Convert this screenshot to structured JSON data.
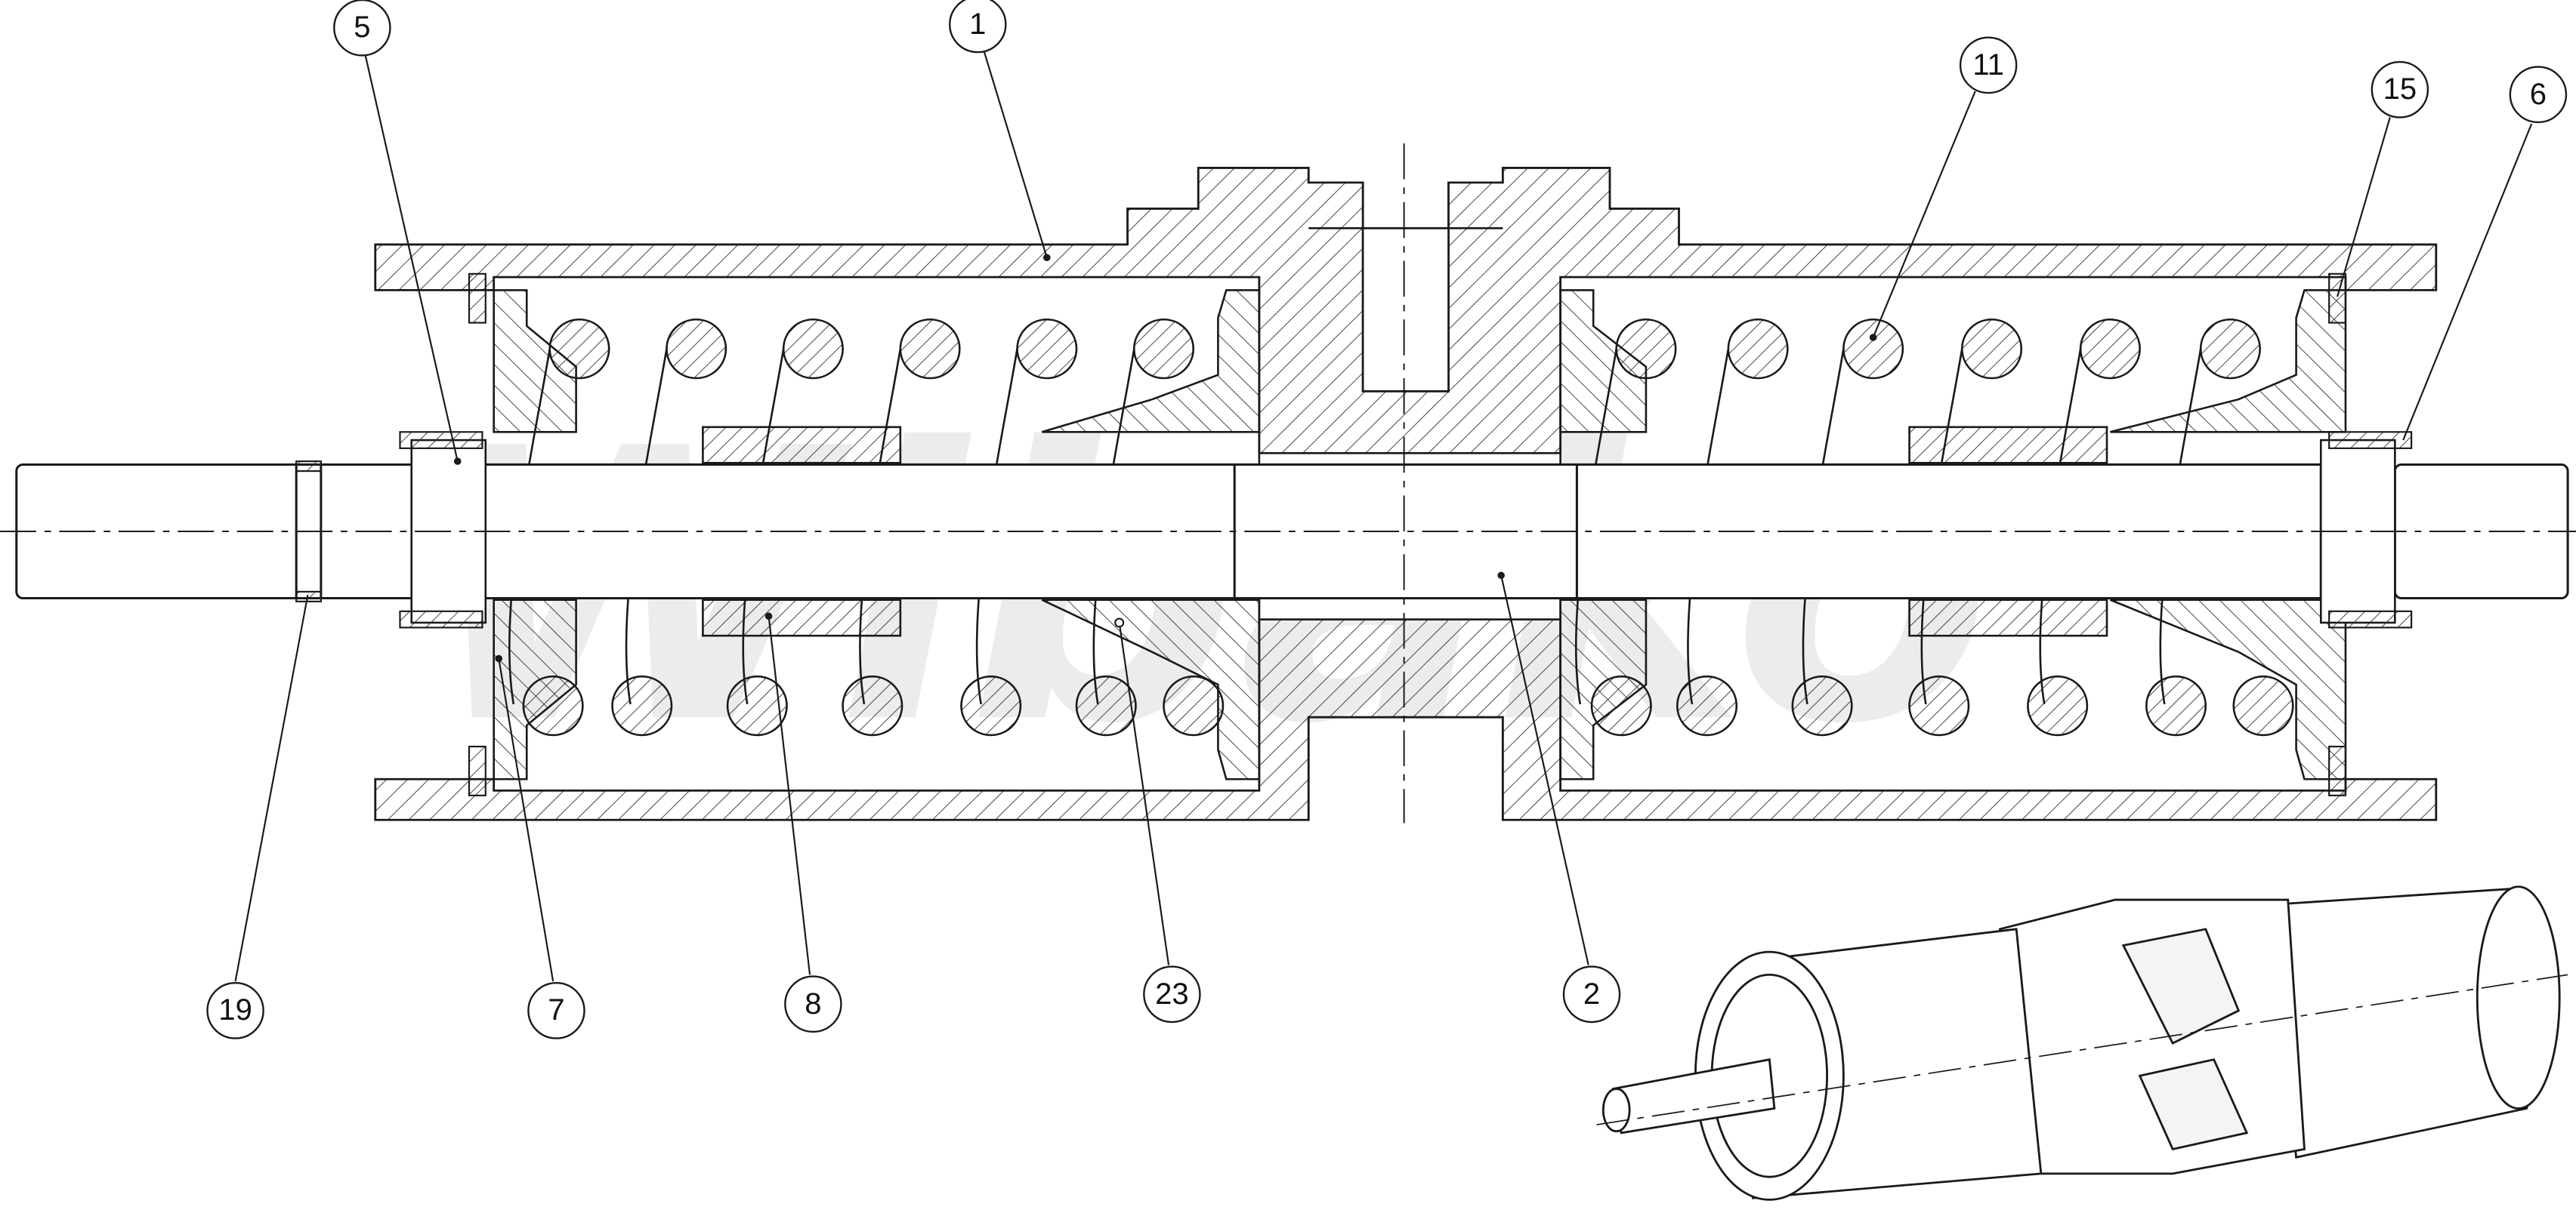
{
  "colors": {
    "line": "#1a1a1a",
    "hatch": "#2a2a2a",
    "watermark": "#ececec",
    "background": "#ffffff"
  },
  "watermark": {
    "text": "Wibako"
  },
  "callouts": [
    {
      "id": "c1",
      "label": "1"
    },
    {
      "id": "c2",
      "label": "2"
    },
    {
      "id": "c5",
      "label": "5"
    },
    {
      "id": "c6",
      "label": "6"
    },
    {
      "id": "c7",
      "label": "7"
    },
    {
      "id": "c8",
      "label": "8"
    },
    {
      "id": "c11",
      "label": "11"
    },
    {
      "id": "c15",
      "label": "15"
    },
    {
      "id": "c19",
      "label": "19"
    },
    {
      "id": "c23",
      "label": "23"
    }
  ]
}
